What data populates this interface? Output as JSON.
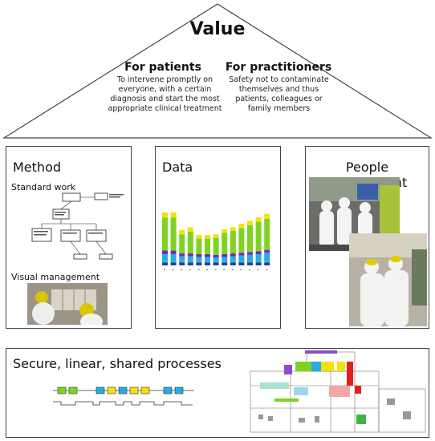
{
  "roof": {
    "title": "Value",
    "patients": {
      "heading": "For patients",
      "body": "To intervene promptly on everyone, with a certain diagnosis and start the most appropriate clinical treatment"
    },
    "practitioners": {
      "heading": "For practitioners",
      "body": "Safety not to contaminate themselves and thus patients, colleagues or family members"
    }
  },
  "pillars": {
    "method": {
      "title": "Method",
      "standard_work": "Standard work",
      "visual_management": "Visual management"
    },
    "data": {
      "title": "Data"
    },
    "people": {
      "title": "People involvement"
    }
  },
  "base": {
    "title": "Secure, linear, shared processes"
  },
  "colors": {
    "green": "#7ed321",
    "yellow": "#f5e10a",
    "purple": "#6a2fb5",
    "blue": "#29abe2",
    "navy": "#2a3f8f"
  },
  "chart_data": {
    "type": "bar",
    "stacked": true,
    "series": [
      {
        "values": [
          4,
          4,
          4,
          4,
          4,
          4,
          4,
          4,
          4,
          4,
          4,
          4,
          4
        ]
      },
      {
        "values": [
          2,
          2,
          2,
          2,
          2,
          2,
          2,
          2,
          2,
          2,
          2,
          2,
          2
        ]
      },
      {
        "values": [
          10,
          10,
          7,
          7,
          6,
          6,
          5,
          6,
          7,
          8,
          9,
          10,
          12
        ]
      },
      {
        "values": [
          5,
          5,
          4,
          4,
          4,
          4,
          4,
          4,
          4,
          4,
          4,
          4,
          4
        ]
      },
      {
        "values": [
          47,
          47,
          27,
          31,
          22,
          22,
          24,
          30,
          32,
          35,
          38,
          42,
          44
        ]
      },
      {
        "values": [
          7,
          7,
          6,
          6,
          5,
          5,
          5,
          5,
          5,
          6,
          6,
          6,
          7
        ]
      }
    ]
  }
}
